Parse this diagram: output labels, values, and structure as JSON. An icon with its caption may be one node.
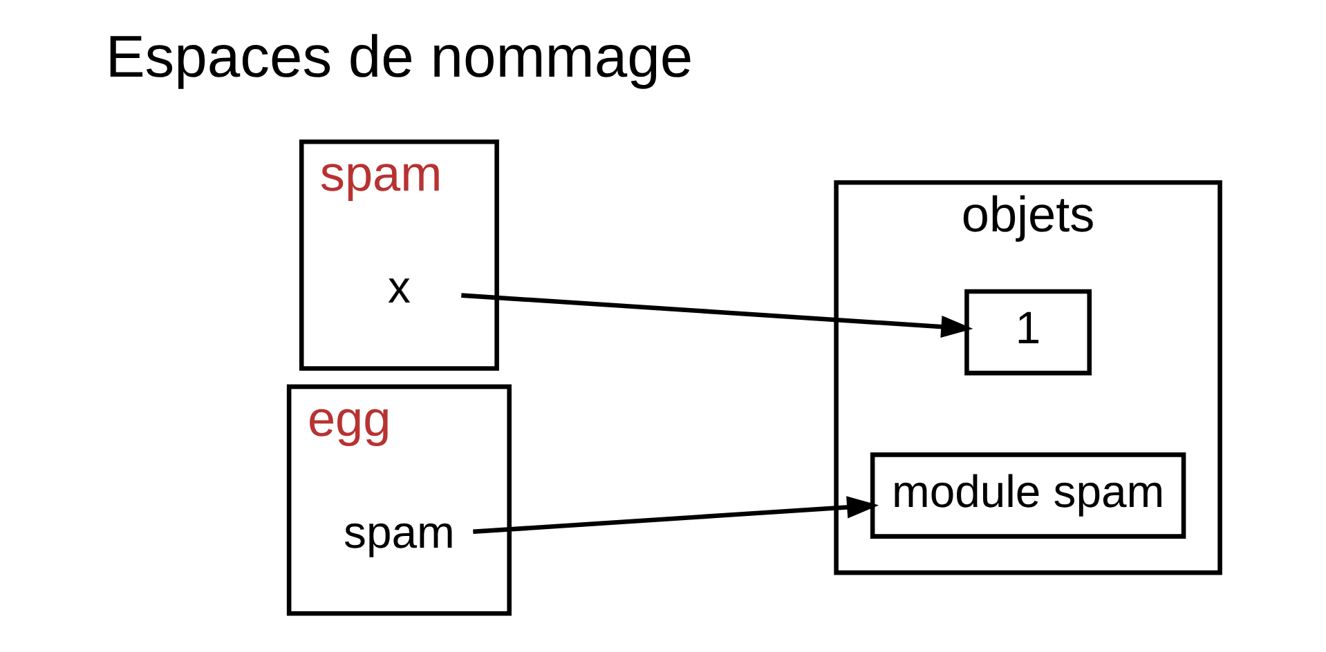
{
  "diagram": {
    "nodes": [
      {
        "text": [
          "spam"
        ]
      },
      {
        "text": [
          "x"
        ],
        "in": 0
      },
      {
        "text": [
          "egg"
        ]
      },
      {
        "text": [
          "spam"
        ],
        "in": 2
      },
      {
        "text": [
          "objets"
        ]
      },
      {
        "text": [
          "1"
        ],
        "in": 4
      },
      {
        "text": [
          "module spam"
        ],
        "in": 4
      }
    ],
    "edges": [
      {
        "from": 1,
        "to": 5,
        "arrow": "to"
      },
      {
        "from": 3,
        "to": 6,
        "arrow": "to"
      }
    ],
    "labels": [
      "Espaces de nommage"
    ]
  }
}
